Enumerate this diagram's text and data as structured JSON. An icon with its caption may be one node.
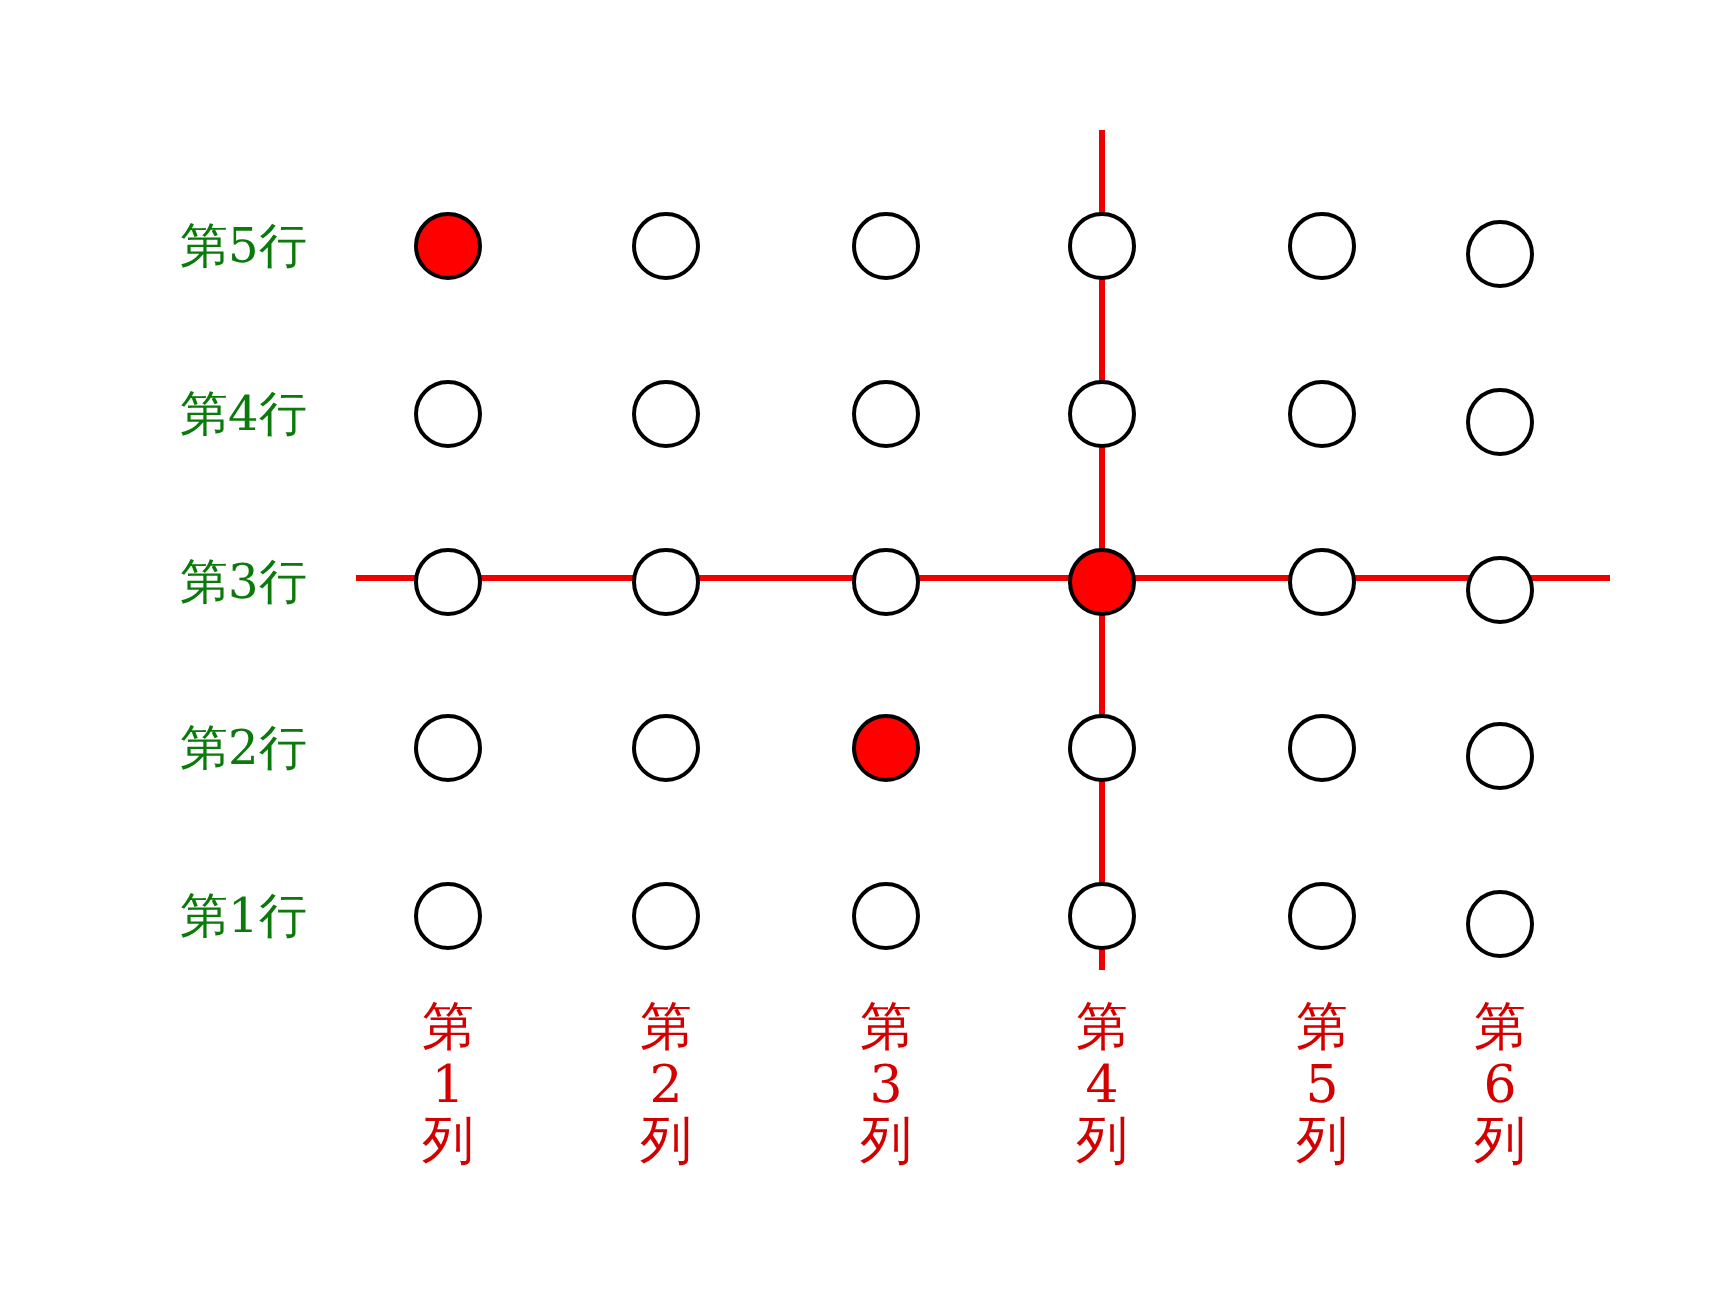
{
  "diagram": {
    "nodes": [
      {
        "text": [],
        "shape": "dot"
      },
      {
        "text": [],
        "shape": "circle"
      },
      {
        "text": [],
        "shape": "circle"
      },
      {
        "text": [],
        "shape": "circle"
      },
      {
        "text": [],
        "shape": "circle"
      },
      {
        "text": [],
        "shape": "circle"
      },
      {
        "text": [],
        "shape": "circle"
      },
      {
        "text": [],
        "shape": "circle"
      },
      {
        "text": [],
        "shape": "circle"
      },
      {
        "text": [],
        "shape": "circle"
      },
      {
        "text": [],
        "shape": "circle"
      },
      {
        "text": [],
        "shape": "circle"
      },
      {
        "text": [],
        "shape": "circle"
      },
      {
        "text": [],
        "shape": "circle"
      },
      {
        "text": [],
        "shape": "circle"
      },
      {
        "text": [],
        "shape": "dot"
      },
      {
        "text": [],
        "shape": "circle"
      },
      {
        "text": [],
        "shape": "circle"
      },
      {
        "text": [],
        "shape": "circle"
      },
      {
        "text": [],
        "shape": "circle"
      },
      {
        "text": [],
        "shape": "dot"
      },
      {
        "text": [],
        "shape": "circle"
      },
      {
        "text": [],
        "shape": "circle"
      },
      {
        "text": [],
        "shape": "circle"
      },
      {
        "text": [],
        "shape": "circle"
      },
      {
        "text": [],
        "shape": "circle"
      },
      {
        "text": [],
        "shape": "circle"
      },
      {
        "text": [],
        "shape": "circle"
      },
      {
        "text": [],
        "shape": "circle"
      },
      {
        "text": [],
        "shape": "circle"
      }
    ],
    "labels": [
      "第5行",
      "第4行",
      "第3行",
      "第2行",
      "第1行",
      "第1列",
      "第2列",
      "第3列",
      "第4列",
      "第5列",
      "第6列"
    ]
  }
}
